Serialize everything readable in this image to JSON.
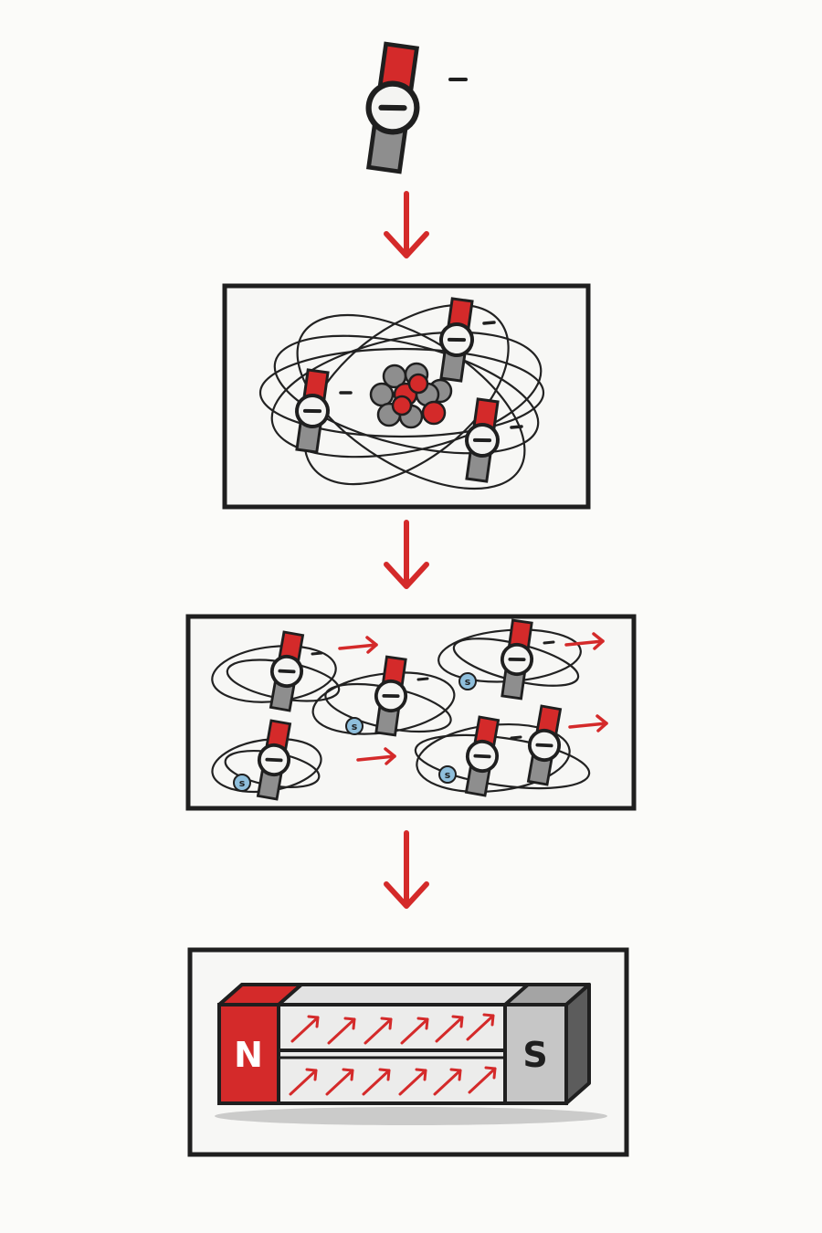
{
  "colors": {
    "red": "#d42a2a",
    "gray": "#8e8e8e",
    "dark_gray": "#5c5c5c",
    "ink": "#1f1f1f",
    "paper": "#fbfbf9",
    "blue": "#8fbfdc"
  },
  "steps": [
    {
      "id": "single-electron",
      "description_icon": "electron-spin-magnet-icon"
    },
    {
      "id": "atom",
      "description_icon": "atom-icon"
    },
    {
      "id": "aligned-spins",
      "description_icon": "aligned-electron-spins-icon"
    },
    {
      "id": "bar-magnet",
      "description_icon": "bar-magnet-icon"
    }
  ],
  "magnet": {
    "north_label": "N",
    "south_label": "S"
  },
  "spin_labels": {
    "s": "s"
  }
}
